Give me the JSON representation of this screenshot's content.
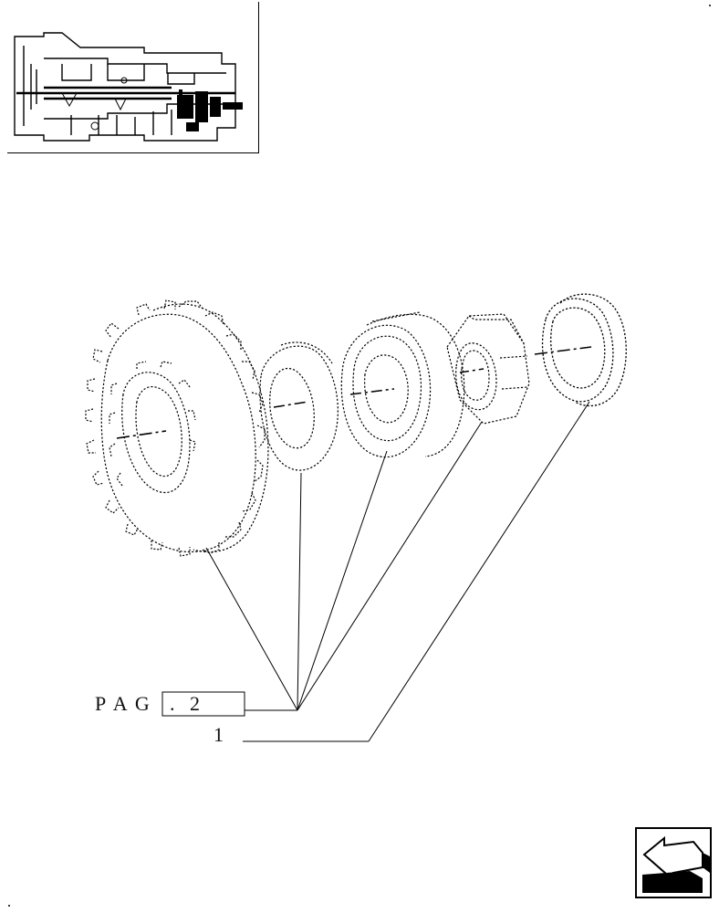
{
  "callouts": {
    "page_ref": {
      "prefix": "P A G",
      "box_text": ".   2"
    },
    "item_1": {
      "label": "1"
    }
  },
  "nav": {
    "icon": "next-page-arrow-icon"
  },
  "colors": {
    "line": "#000000",
    "background": "#ffffff"
  }
}
